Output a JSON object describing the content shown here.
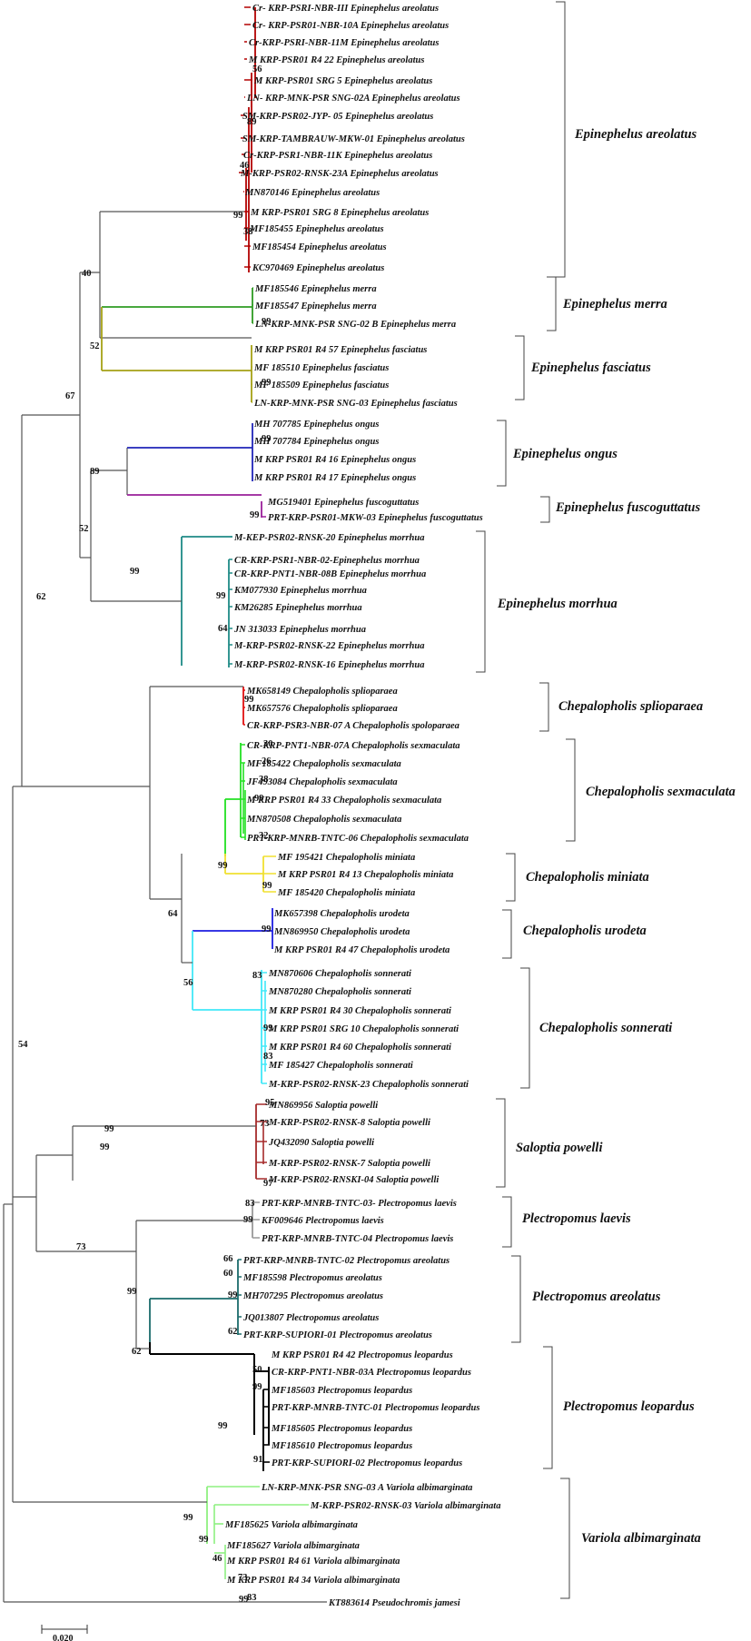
{
  "leaves": [
    "Cr- KRP-PSRI-NBR-III Epinephelus areolatus",
    "Cr- KRP-PSR01-NBR-10A Epinephelus areolatus",
    "Cr-KRP-PSRI-NBR-11M Epinephelus areolatus",
    "M KRP-PSR01 R4 22 Epinephelus areolatus",
    "M KRP-PSR01 SRG 5 Epinephelus areolatus",
    "LN- KRP-MNK-PSR SNG-02A Epinephelus areolatus",
    "SM-KRP-PSR02-JYP- 05 Epinephelus areolatus",
    "SM-KRP-TAMBRAUW-MKW-01 Epinephelus areolatus",
    "Cr-KRP-PSR1-NBR-11K Epinephelus areolatus",
    "M-KRP-PSR02-RNSK-23A Epinephelus areolatus",
    "MN870146 Epinephelus areolatus",
    "M KRP-PSR01 SRG 8 Epinephelus areolatus",
    "MF185455 Epinephelus areolatus",
    "MF185454 Epinephelus areolatus",
    "KC970469 Epinephelus areolatus",
    "MF185546 Epinephelus merra",
    "MF185547 Epinephelus merra",
    "LN-KRP-MNK-PSR SNG-02 B Epinephelus merra",
    "M KRP PSR01 R4 57 Epinephelus fasciatus",
    "MF 185510 Epinephelus fasciatus",
    "MF 185509 Epinephelus fasciatus",
    "LN-KRP-MNK-PSR SNG-03 Epinephelus fasciatus",
    "MH 707785 Epinephelus ongus",
    "MH 707784 Epinephelus ongus",
    "M KRP PSR01 R4 16 Epinephelus ongus",
    "M KRP PSR01 R4 17 Epinephelus ongus",
    "MG519401 Epinephelus fuscoguttatus",
    "PRT-KRP-PSR01-MKW-03 Epinephelus fuscoguttatus",
    "M-KEP-PSR02-RNSK-20 Epinephelus morrhua",
    "CR-KRP-PSR1-NBR-02-Epinephelus morrhua",
    "CR-KRP-PNT1-NBR-08B Epinephelus morrhua",
    "KM077930 Epinephelus morrhua",
    "KM26285 Epinephelus morrhua",
    "JN 313033 Epinephelus morrhua",
    "M-KRP-PSR02-RNSK-22 Epinephelus morrhua",
    "M-KRP-PSR02-RNSK-16 Epinephelus morrhua",
    "MK658149 Chepalopholis splioparaea",
    "MK657576 Chepalopholis splioparaea",
    "CR-KRP-PSR3-NBR-07 A Chepalopholis spoloparaea",
    "CR-KRP-PNT1-NBR-07A Chepalopholis sexmaculata",
    "MF185422 Chepalopholis sexmaculata",
    "JF493084 Chepalopholis sexmaculata",
    "M KRP PSR01 R4 33 Chepalopholis sexmaculata",
    "MN870508 Chepalopholis sexmaculata",
    "PRT-KRP-MNRB-TNTC-06 Chepalopholis sexmaculata",
    "MF 195421 Chepalopholis miniata",
    "M KRP PSR01 R4 13 Chepalopholis miniata",
    "MF 185420 Chepalopholis miniata",
    "MK657398 Chepalopholis urodeta",
    "MN869950 Chepalopholis urodeta",
    "M KRP PSR01 R4 47 Chepalopholis urodeta",
    "MN870606 Chepalopholis sonnerati",
    "MN870280 Chepalopholis sonnerati",
    "M KRP PSR01 R4 30 Chepalopholis sonnerati",
    "M KRP PSR01 SRG 10 Chepalopholis sonnerati",
    "M KRP PSR01 R4 60 Chepalopholis sonnerati",
    "MF 185427 Chepalopholis sonnerati",
    "M-KRP-PSR02-RNSK-23 Chepalopholis sonnerati",
    "MN869956 Saloptia powelli",
    "M-KRP-PSR02-RNSK-8 Saloptia powelli",
    "JQ432090 Saloptia powelli",
    "M-KRP-PSR02-RNSK-7 Saloptia powelli",
    "M-KRP-PSR02-RNSKI-04 Saloptia powelli",
    "PRT-KRP-MNRB-TNTC-03- Plectropomus laevis",
    "KF009646 Plectropomus laevis",
    "PRT-KRP-MNRB-TNTC-04 Plectropomus laevis",
    "PRT-KRP-MNRB-TNTC-02 Plectropomus areolatus",
    "MF185598 Plectropomus areolatus",
    "MH707295 Plectropomus areolatus",
    "JQ013807 Plectropomus areolatus",
    "PRT-KRP-SUPIORI-01 Plectropomus areolatus",
    "M KRP PSR01 R4 42 Plectropomus leopardus",
    "CR-KRP-PNT1-NBR-03A Plectropomus leopardus",
    "MF185603 Plectropomus leopardus",
    "PRT-KRP-MNRB-TNTC-01 Plectropomus leopardus",
    "MF185605 Plectropomus leopardus",
    "MF185610 Plectropomus leopardus",
    "PRT-KRP-SUPIORI-02 Plectropomus leopardus",
    "LN-KRP-MNK-PSR SNG-03 A Variola albimarginata",
    "M-KRP-PSR02-RNSK-03 Variola albimarginata",
    "MF185625 Variola albimarginata",
    "MF185627 Variola albimarginata",
    "M KRP PSR01 R4 61 Variola albimarginata",
    "M KRP PSR01 R4 34 Variola albimarginata",
    "KT883614 Pseudochromis jamesi"
  ],
  "clades": [
    "Epinephelus areolatus",
    "Epinephelus merra",
    "Epinephelus fasciatus",
    "Epinephelus ongus",
    "Epinephelus fuscoguttatus",
    "Epinephelus morrhua",
    "Chepalopholis splioparaea",
    "Chepalopholis sexmaculata",
    "Chepalopholis miniata",
    "Chepalopholis urodeta",
    "Chepalopholis sonnerati",
    "Saloptia powelli",
    "Plectropomus laevis",
    "Plectropomus areolatus",
    "Plectropomus leopardus",
    "Variola albimarginata"
  ],
  "bootstrap": [
    "56",
    "89",
    "46",
    "99",
    "38",
    "40",
    "99",
    "52",
    "99",
    "67",
    "99",
    "89",
    "99",
    "52",
    "99",
    "99",
    "64",
    "62",
    "99",
    "30",
    "26",
    "38",
    "99",
    "32",
    "99",
    "99",
    "64",
    "99",
    "83",
    "99",
    "83",
    "56",
    "99",
    "54",
    "95",
    "73",
    "99",
    "97",
    "83",
    "99",
    "73",
    "66",
    "60",
    "99",
    "62",
    "99",
    "62",
    "50",
    "99",
    "99",
    "91",
    "99",
    "99",
    "46",
    "73",
    "99",
    "83"
  ],
  "scale_bar": {
    "label": "0.020"
  },
  "colors": {
    "areolatus": "#b30000",
    "merra": "#2e9b22",
    "fasciatus": "#a5a015",
    "ongus": "#1f24b8",
    "fuscoguttatus": "#9a1f9a",
    "morrhua": "#1e8a86",
    "splioparaea": "#e01010",
    "sexmaculata": "#22e022",
    "miniata": "#f0e030",
    "urodeta": "#1c1ce0",
    "sonnerati": "#40e8f8",
    "saloptia": "#a52a2a",
    "laevis": "#999999",
    "plectro_areolatus": "#1a6b6b",
    "leopardus": "#000000",
    "variola": "#8ef080",
    "backbone": "#555555"
  }
}
